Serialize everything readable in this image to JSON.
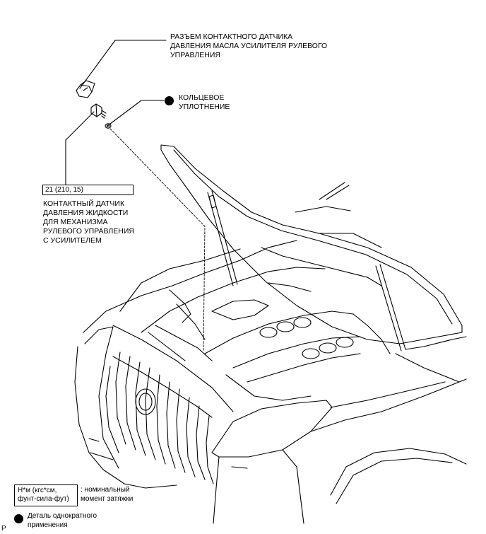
{
  "callouts": {
    "connector_label": "РАЗЪЕМ КОНТАКТНОГО ДАТЧИКА\nДАВЛЕНИЯ МАСЛА УСИЛИТЕЛЯ РУЛЕВОГО\nУПРАВЛЕНИЯ",
    "oring_label": "КОЛЬЦЕВОЕ\nУПЛОТНЕНИЕ",
    "torque_value": "21 (210, 15)",
    "sensor_label": "КОНТАКТНЫЙ ДАТЧИК\nДАВЛЕНИЯ ЖИДКОСТИ\nДЛЯ МЕХАНИЗМА\nРУЛЕВОГО УПРАВЛЕНИЯ\nС УСИЛИТЕЛЕМ"
  },
  "legend": {
    "torque_units": "Н*м (кгс*см,\nфунт-сила-фут)",
    "torque_desc": ": номинальный\nмомент затяжки",
    "nonreusable_desc": "Деталь однократного\nприменения"
  },
  "corner_mark": "P"
}
